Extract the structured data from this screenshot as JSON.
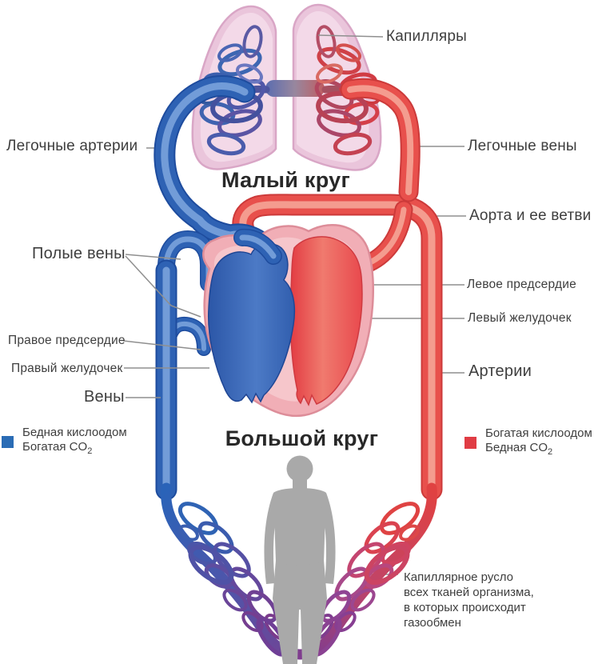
{
  "labels": {
    "capillaries": "Капилляры",
    "pulmonary_arteries": "Легочные артерии",
    "pulmonary_veins": "Легочные вены",
    "aorta": "Аорта и ее ветви",
    "vena_cava": "Полые вены",
    "left_atrium": "Левое предсердие",
    "left_ventricle": "Левый желудочек",
    "right_atrium": "Правое предсердие",
    "right_ventricle": "Правый желудочек",
    "veins": "Вены",
    "arteries": "Артерии"
  },
  "titles": {
    "pulmonary_circle": "Малый круг",
    "systemic_circle": "Большой круг"
  },
  "legend_deoxygenated": {
    "line1": "Бедная кислоодом",
    "line2_main": "Богатая CO",
    "line2_sub": "2",
    "color": "#2a6cb5"
  },
  "legend_oxygenated": {
    "line1": "Богатая кислоодом",
    "line2_main": "Бедная CO",
    "line2_sub": "2",
    "color": "#e03c44"
  },
  "caption": {
    "line1": "Капиллярное русло",
    "line2": "всех тканей организма,",
    "line3": "в которых происходит",
    "line4": "газообмен"
  },
  "colors": {
    "deoxygenated_blood": "#2e62b4",
    "oxygenated_blood": "#e8504c",
    "lung": "#eac5db",
    "heart": "#f1aeb6",
    "silhouette": "#a9a9a9"
  }
}
